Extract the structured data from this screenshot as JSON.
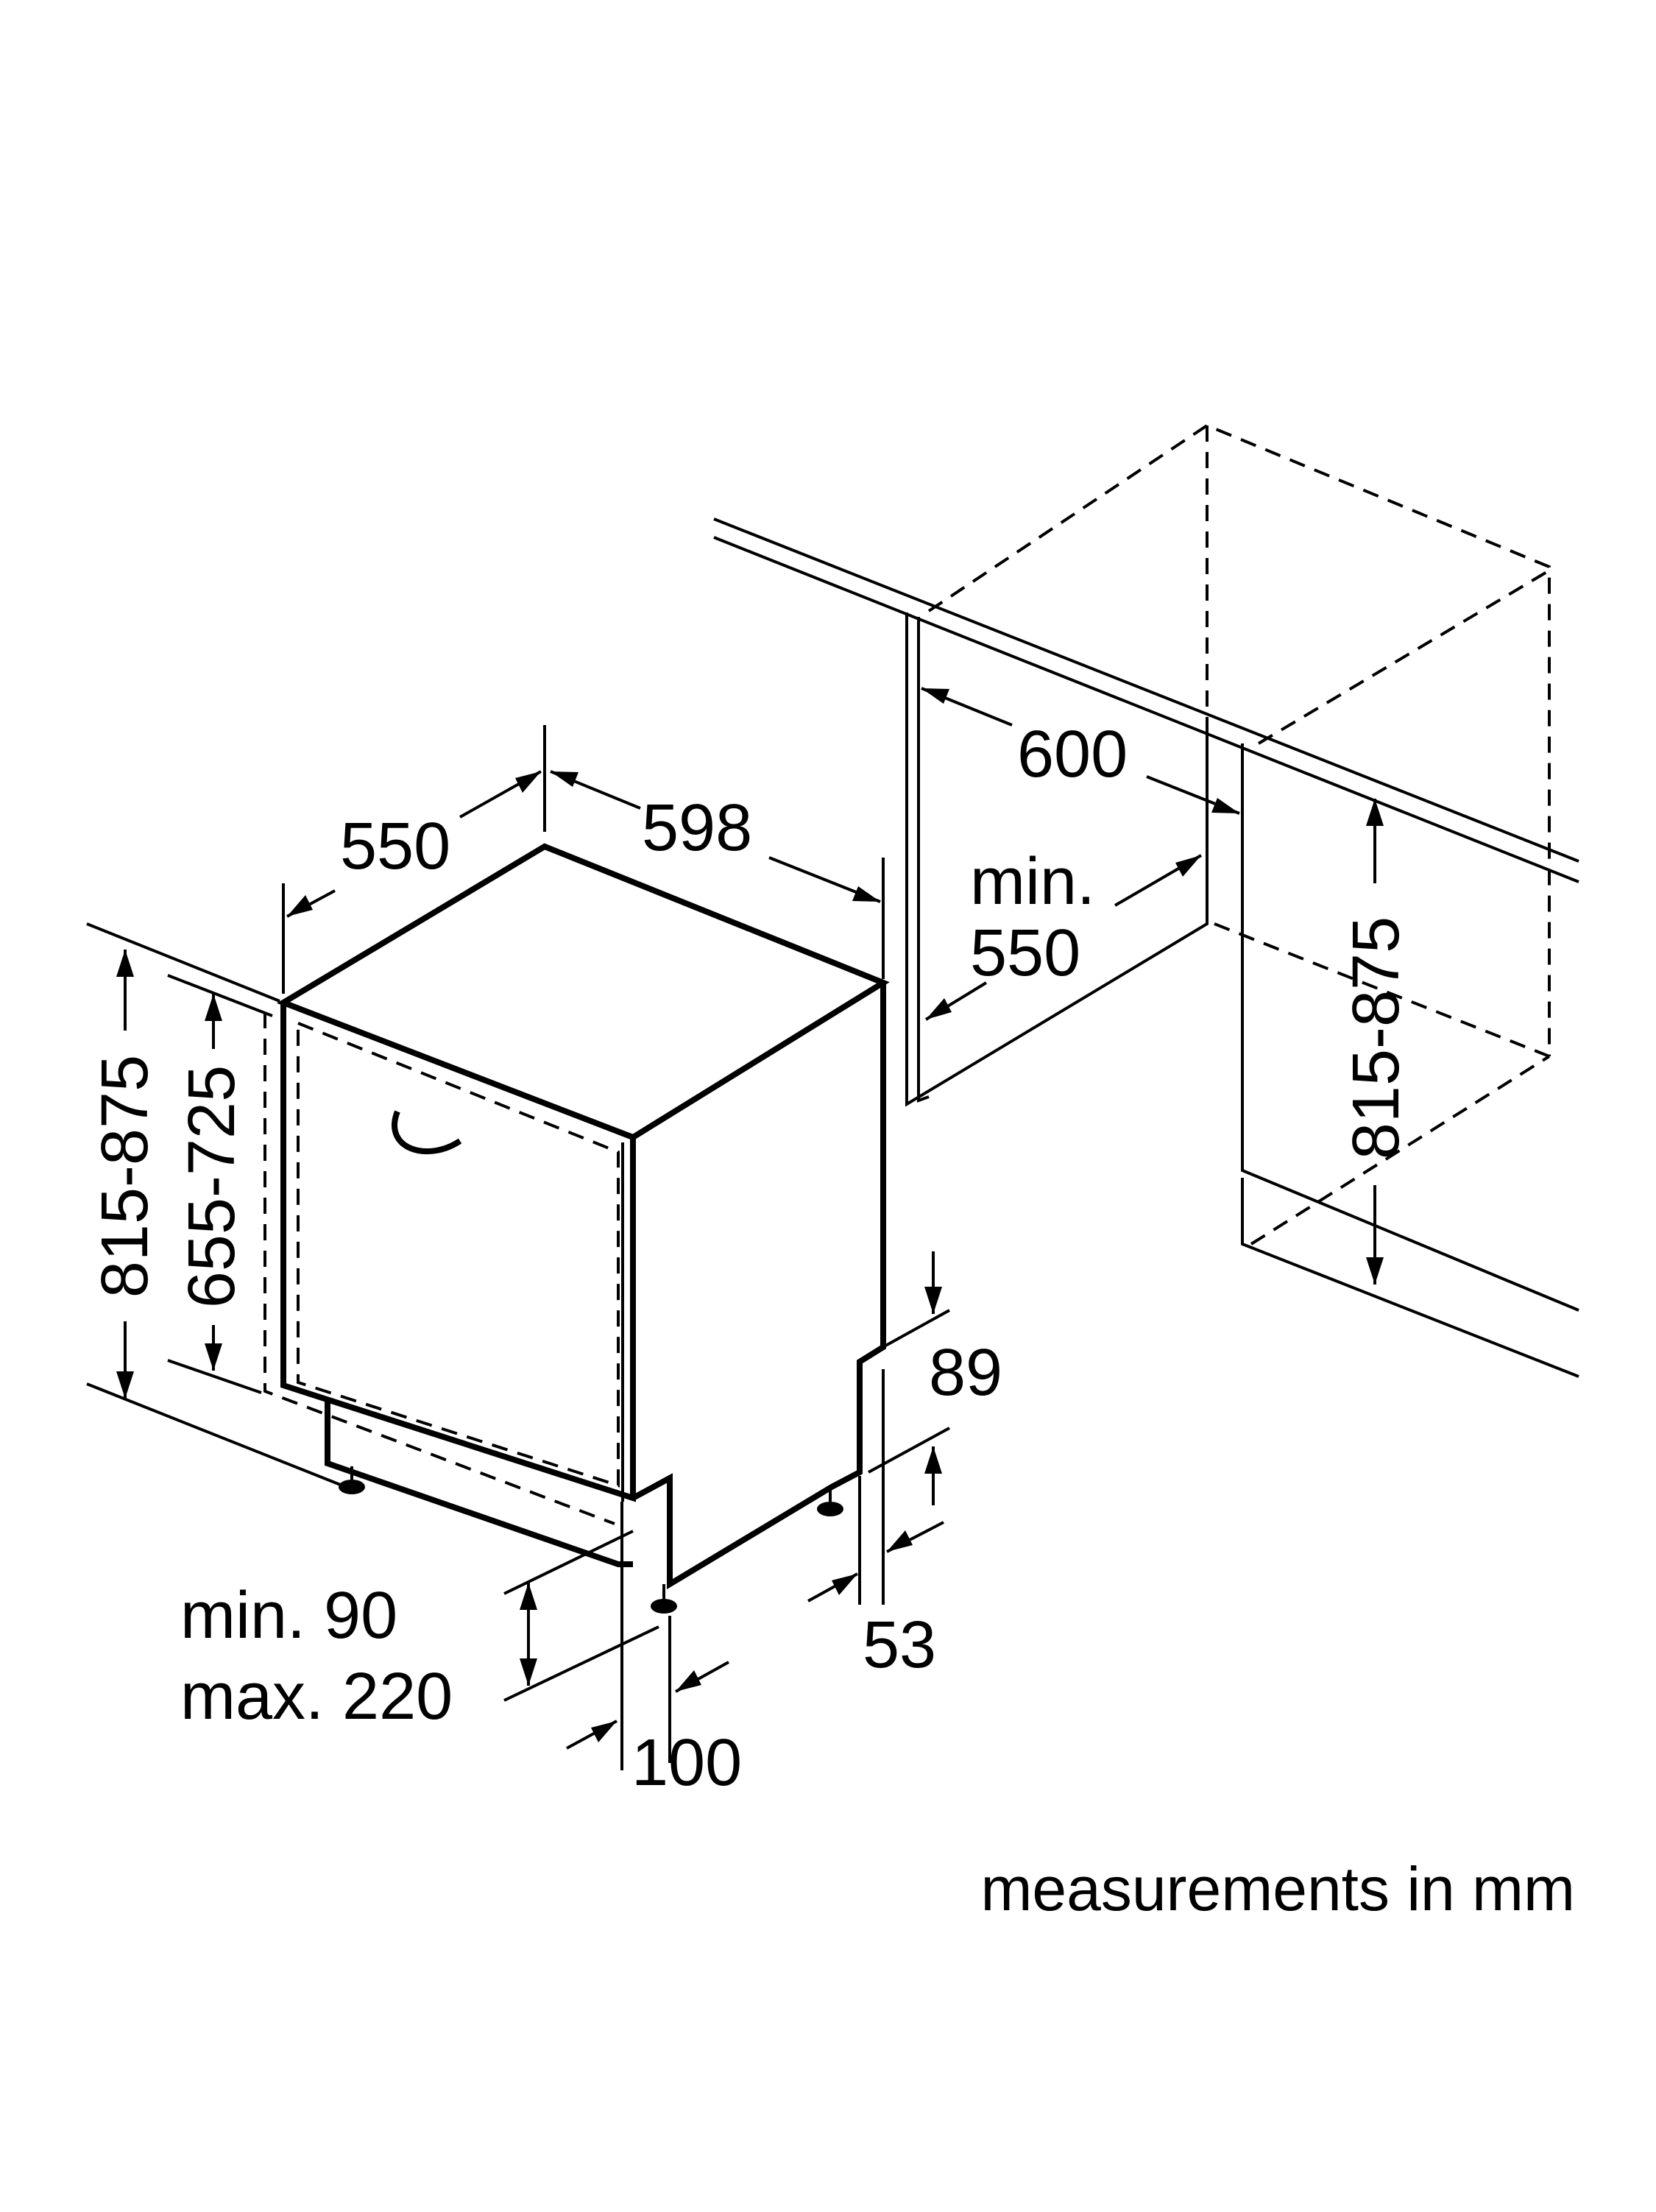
{
  "dimensions": {
    "appliance_depth": "550",
    "appliance_width": "598",
    "niche_width": "600",
    "niche_depth_min_line1": "min.",
    "niche_depth_min_line2": "550",
    "appliance_height_range": "815-875",
    "door_height_range": "655-725",
    "niche_height_range": "815-875",
    "toe_kick_height_line1": "min. 90",
    "toe_kick_height_line2": "max. 220",
    "toe_kick_depth": "100",
    "plinth_offset": "89",
    "plinth_gap": "53"
  },
  "footer": {
    "units_note": "measurements in mm"
  }
}
